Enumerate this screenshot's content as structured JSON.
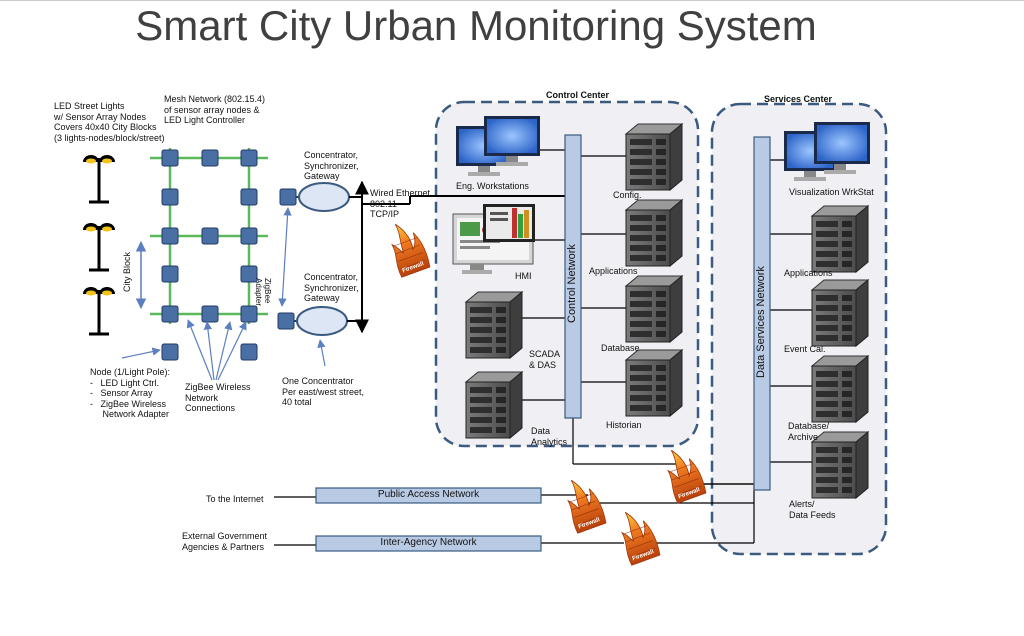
{
  "title": "Smart City Urban Monitoring System",
  "labels": {
    "led_lights": "LED Street Lights\nw/ Sensor Array Nodes\nCovers 40x40 City Blocks\n(3 lights-nodes/block/street)",
    "mesh_network": "Mesh Network (802.15.4)\nof sensor array nodes &\nLED Light Controller",
    "city_block": "City Block",
    "node": "Node (1/Light Pole):\n-   LED Light Ctrl.\n-   Sensor Array\n-   ZigBee Wireless\n     Network Adapter",
    "zigbee_connections": "ZigBee Wireless\nNetwork\nConnections",
    "zigbee_adapter": "ZigBee\nAdapter",
    "concentrator_top": "Concentrator,\nSynchronizer,\nGateway",
    "concentrator_bottom": "Concentrator,\nSynchronizer,\nGateway",
    "one_concentrator": "One Concentrator\nPer east/west street,\n40 total",
    "wired_ethernet": "Wired Ethernet\n802.11\nTCP/IP",
    "control_center": "Control Center",
    "services_center": "Services Center",
    "control_network": "Control Network",
    "data_services_network": "Data Services Network",
    "eng_workstations": "Eng. Workstations",
    "hmi": "HMI",
    "scada": "SCADA\n& DAS",
    "data_analytics": "Data\nAnalytics",
    "config": "Config.",
    "applications_cc": "Applications",
    "database": "Database",
    "historian": "Historian",
    "visualization": "Visualization WrkStat",
    "applications_sc": "Applications",
    "event_cal": "Event Cal.",
    "database_archive": "Database/\nArchive",
    "alerts": "Alerts/\nData Feeds",
    "to_internet": "To the Internet",
    "external_gov": "External Government\nAgencies & Partners",
    "public_access_network": "Public Access Network",
    "inter_agency_network": "Inter-Agency Network",
    "firewall": "Firewall"
  },
  "colors": {
    "node_fill": "#4a6fa5",
    "mesh_line": "#5cb85c",
    "network_bar": "#b9cbe4",
    "dash_border": "#3a5a80",
    "monitor_blue": "#3d7ad6",
    "server_gray": "#6d6d6d",
    "firewall_orange": "#e8641c",
    "arrow_blue": "#5b7fbf"
  }
}
